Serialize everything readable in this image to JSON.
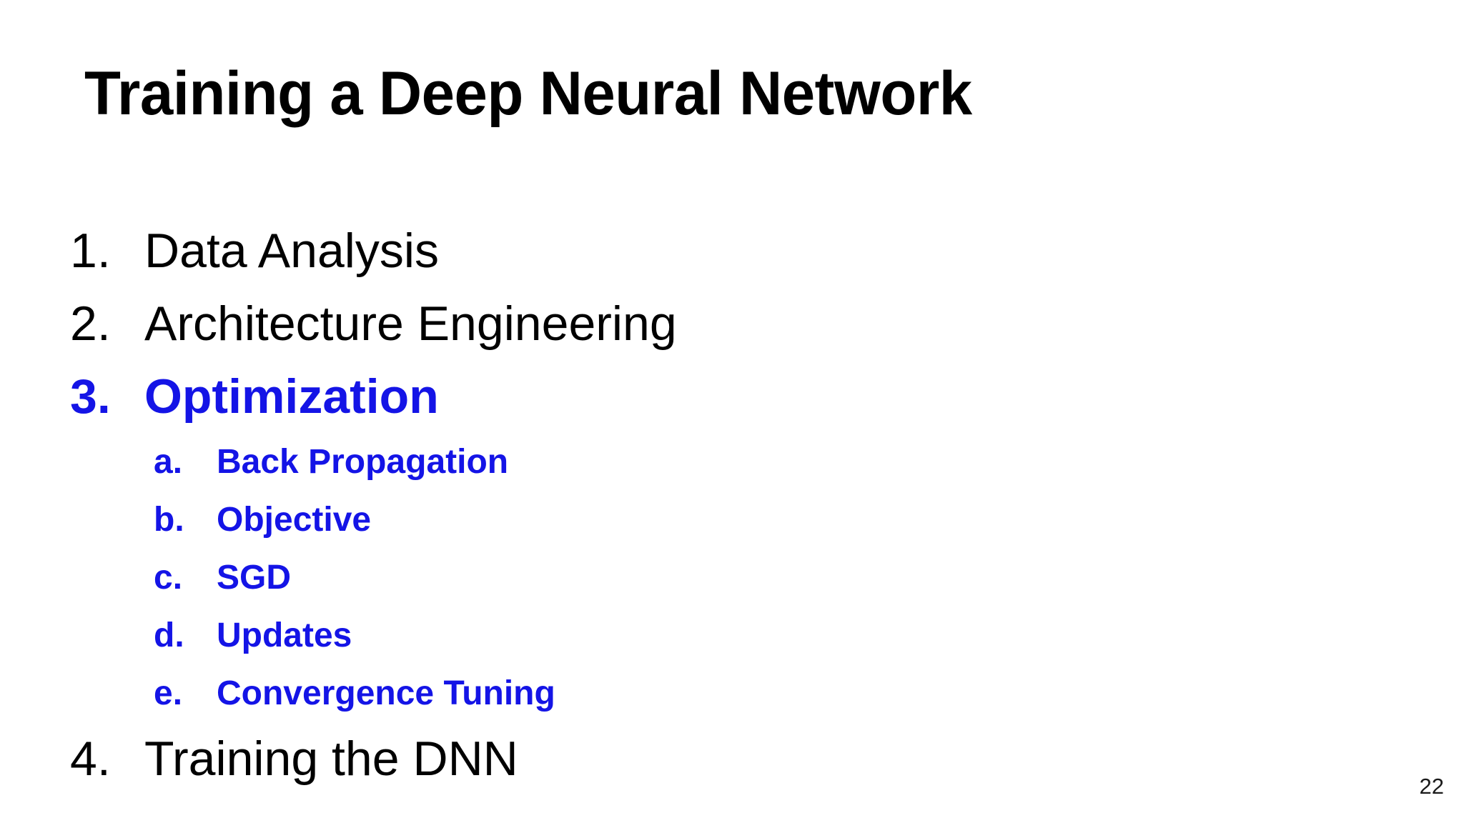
{
  "slide": {
    "title": "Training a Deep Neural Network",
    "page_number": "22",
    "colors": {
      "text": "#000000",
      "highlight": "#1414E6",
      "background": "#FFFFFF"
    },
    "outline": [
      {
        "marker": "1.",
        "label": "Data Analysis",
        "level": 1,
        "highlighted": false
      },
      {
        "marker": "2.",
        "label": "Architecture Engineering",
        "level": 1,
        "highlighted": false
      },
      {
        "marker": "3.",
        "label": "Optimization",
        "level": 1,
        "highlighted": true
      },
      {
        "marker": "a.",
        "label": "Back Propagation",
        "level": 2,
        "highlighted": true
      },
      {
        "marker": "b.",
        "label": "Objective",
        "level": 2,
        "highlighted": true
      },
      {
        "marker": "c.",
        "label": "SGD",
        "level": 2,
        "highlighted": true
      },
      {
        "marker": "d.",
        "label": "Updates",
        "level": 2,
        "highlighted": true
      },
      {
        "marker": "e.",
        "label": "Convergence Tuning",
        "level": 2,
        "highlighted": true
      },
      {
        "marker": "4.",
        "label": "Training the DNN",
        "level": 1,
        "highlighted": false
      }
    ]
  }
}
